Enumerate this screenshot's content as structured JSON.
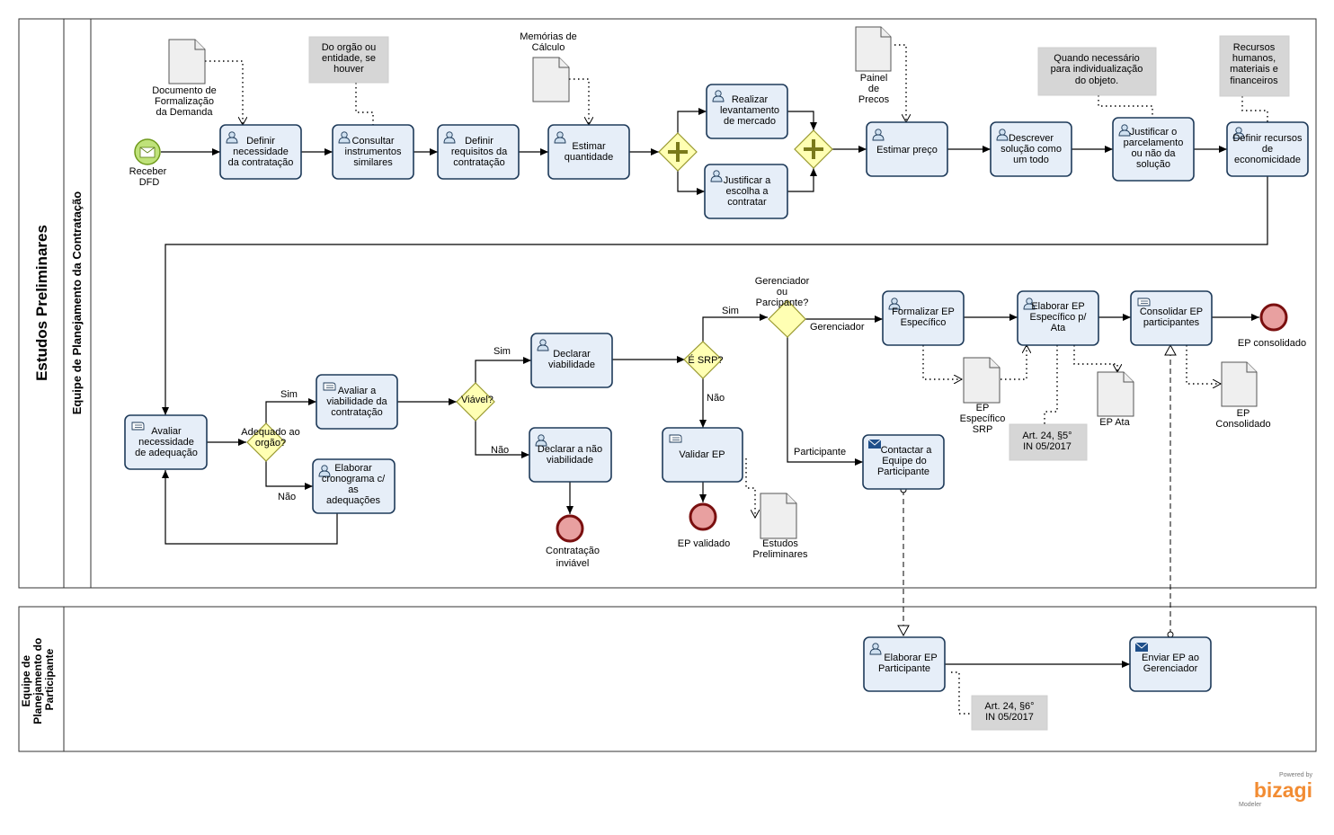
{
  "pools": {
    "main": "Estudos Preliminares",
    "lane_main": "Equipe de Planejamento da Contratação",
    "participant": [
      "Equipe de",
      "Planejamento do",
      "Participante"
    ]
  },
  "start_event": [
    "Receber",
    "DFD"
  ],
  "tasks": {
    "t1": [
      "Definir",
      "necessidade",
      "da contratação"
    ],
    "t2": [
      "Consultar",
      "instrumentos",
      "similares"
    ],
    "t3": [
      "Definir",
      "requisitos da",
      "contratação"
    ],
    "t4": [
      "Estimar",
      "quantidade"
    ],
    "t5": [
      "Realizar",
      "levantamento",
      "de mercado"
    ],
    "t6": [
      "Justificar a",
      "escolha a",
      "contratar"
    ],
    "t7": [
      "Estimar preço"
    ],
    "t8": [
      "Descrever",
      "solução como",
      "um todo"
    ],
    "t9": [
      "Justificar o",
      "parcelamento",
      "ou não da",
      "solução"
    ],
    "t10": [
      "Definir recursos",
      "de",
      "economicidade"
    ],
    "t11": [
      "Avaliar",
      "necessidade",
      "de adequação"
    ],
    "t12": [
      "Avaliar a",
      "viabilidade da",
      "contratação"
    ],
    "t13": [
      "Elaborar",
      "cronograma c/",
      "as",
      "adequações"
    ],
    "t14": [
      "Declarar",
      "viabilidade"
    ],
    "t15": [
      "Declarar a não",
      "viabilidade"
    ],
    "t16": [
      "Validar EP"
    ],
    "t17": [
      "Formalizar EP",
      "Específico"
    ],
    "t18": [
      "Elaborar EP",
      "Específico p/",
      "Ata"
    ],
    "t19": [
      "Consolidar EP",
      "participantes"
    ],
    "t20": [
      "Contactar a",
      "Equipe do",
      "Participante"
    ],
    "t21": [
      "Elaborar EP",
      "Participante"
    ],
    "t22": [
      "Enviar  EP ao",
      "Gerenciador"
    ]
  },
  "gateways": {
    "g_adequado": [
      "Adequado ao",
      "orgão?"
    ],
    "g_viavel": [
      "Viável?"
    ],
    "g_srp": [
      "É SRP?"
    ],
    "g_gerenciador": [
      "Gerenciador",
      "ou",
      "Parcipante?"
    ]
  },
  "flow_labels": {
    "sim1": "Sim",
    "nao1": "Não",
    "sim2": "Sim",
    "nao2": "Não",
    "sim3": "Sim",
    "nao3": "Não",
    "gerenciador": "Gerenciador",
    "participante": "Participante"
  },
  "end_events": {
    "e1": [
      "Contratação",
      "inviável"
    ],
    "e2": [
      "EP validado"
    ],
    "e3": [
      "EP consolidado"
    ]
  },
  "documents": {
    "d1": [
      "Documento de",
      "Formalização",
      "da Demanda"
    ],
    "d2": [
      "Memórias de",
      "Cálculo"
    ],
    "d3": [
      "Painel",
      "de",
      "Precos"
    ],
    "d4": [
      "Estudos",
      "Preliminares"
    ],
    "d5": [
      "EP",
      "Específico",
      "SRP"
    ],
    "d6": [
      "EP Ata"
    ],
    "d7": [
      "EP",
      "Consolidado"
    ]
  },
  "notes": {
    "n1": [
      "Do orgão ou",
      "entidade, se",
      "houver"
    ],
    "n2": [
      "Quando necessário",
      "para individualização",
      "do objeto."
    ],
    "n3": [
      "Recursos",
      "humanos,",
      "materiais e",
      "financeiros"
    ],
    "n4": [
      "Art. 24, §5°",
      "IN 05/2017"
    ],
    "n5": [
      "Art. 24, §6°",
      "IN 05/2017"
    ]
  },
  "branding": {
    "powered": "Powered by",
    "logo": "bizagi",
    "sub": "Modeler",
    "color": "#f28c33"
  },
  "colors": {
    "task_fill": "#e6eef8",
    "task_border": "#1f3b5a",
    "start_fill": "#bfe27a",
    "end_fill": "#e8a0a0",
    "gateway_fill": "#ffffb3"
  }
}
